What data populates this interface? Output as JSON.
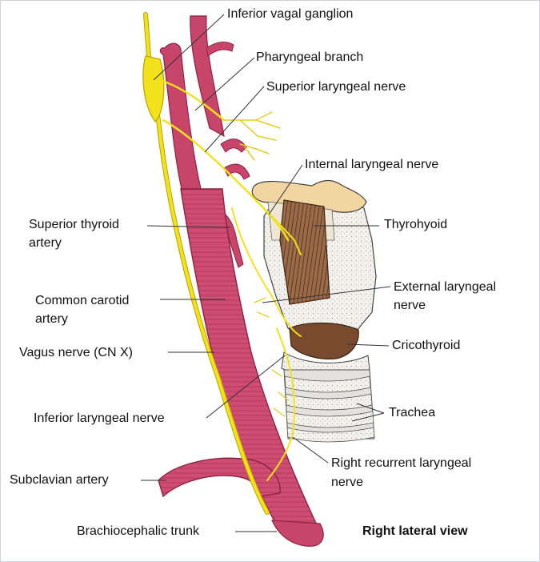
{
  "figure": {
    "view_label": "Right lateral view",
    "labels": {
      "inferior_vagal_ganglion": "Inferior vagal ganglion",
      "pharyngeal_branch": "Pharyngeal branch",
      "superior_laryngeal_nerve": "Superior laryngeal nerve",
      "internal_laryngeal_nerve": "Internal laryngeal nerve",
      "thyrohyoid": "Thyrohyoid",
      "superior_thyroid_artery_1": "Superior thyroid",
      "superior_thyroid_artery_2": "artery",
      "common_carotid_artery_1": "Common carotid",
      "common_carotid_artery_2": "artery",
      "external_laryngeal_nerve_1": "External laryngeal",
      "external_laryngeal_nerve_2": "nerve",
      "vagus_nerve": "Vagus nerve (CN X)",
      "cricothyroid": "Cricothyroid",
      "inferior_laryngeal_nerve": "Inferior laryngeal nerve",
      "trachea": "Trachea",
      "subclavian_artery": "Subclavian artery",
      "right_recurrent_laryngeal_nerve_1": "Right recurrent laryngeal",
      "right_recurrent_laryngeal_nerve_2": "nerve",
      "brachiocephalic_trunk": "Brachiocephalic trunk"
    },
    "colors": {
      "artery": "#c8456a",
      "artery_dark": "#8e2244",
      "nerve": "#f2e21c",
      "nerve_outline": "#b9a400",
      "cartilage": "#f3ead8",
      "hyoid": "#f2d6a2",
      "muscle": "#8a5a3c",
      "leader": "#333333"
    }
  }
}
